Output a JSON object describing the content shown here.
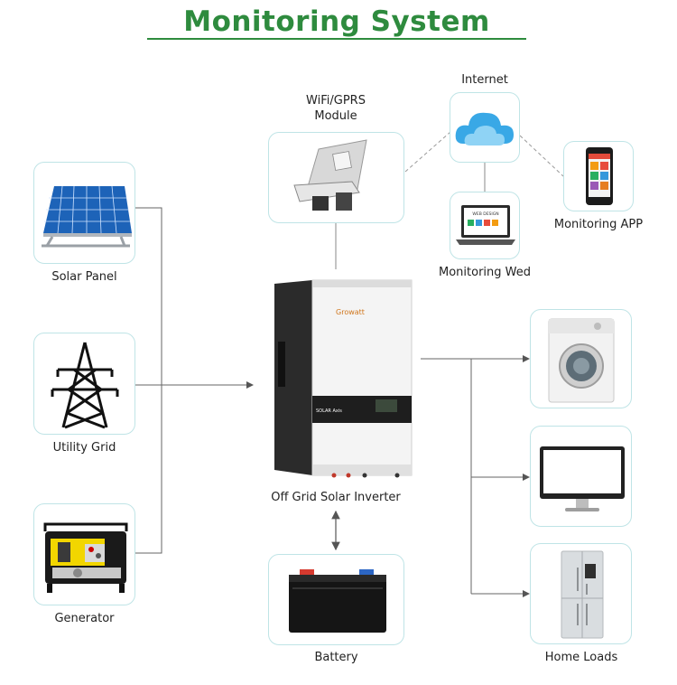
{
  "title": "Monitoring System",
  "labels": {
    "solar_panel": "Solar Panel",
    "utility_grid": "Utility Grid",
    "generator": "Generator",
    "wifi_line1": "WiFi/GPRS",
    "wifi_line2": "Module",
    "internet": "Internet",
    "monitoring_app": "Monitoring APP",
    "monitoring_web": "Monitoring Wed",
    "inverter": "Off Grid Solar Inverter",
    "battery": "Battery",
    "home_loads": "Home Loads"
  },
  "product_text": {
    "inverter_brand": "Growatt",
    "inverter_panel": "SOLAR Axis",
    "web_screen": "WEB DESIGN"
  },
  "colors": {
    "title_green": "#2e8b3e",
    "card_border": "#bfe4e6",
    "arrow_gray": "#555555",
    "dashed_gray": "#9a9a9a"
  }
}
